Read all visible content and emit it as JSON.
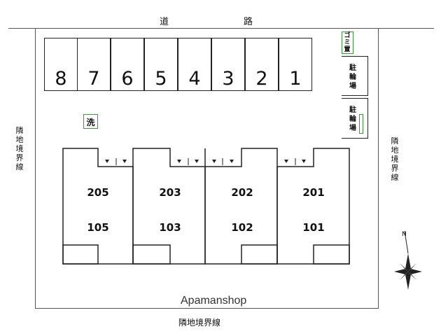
{
  "road_label_1": "道",
  "road_label_2": "路",
  "parking_numbers": [
    "8",
    "7",
    "6",
    "5",
    "4",
    "3",
    "2",
    "1"
  ],
  "trash_label": "ゴミ置",
  "bike_parking_1": "駐輪場",
  "bike_parking_2": "駐輪場",
  "wash_label": "洗",
  "left_border": "隣地境界線",
  "right_border": "隣地境界線",
  "bottom_border": "隣地境界線",
  "units": {
    "u205": "205",
    "u105": "105",
    "u203": "203",
    "u103": "103",
    "u202": "202",
    "u102": "102",
    "u201": "201",
    "u101": "101"
  },
  "watermark": "Apamanshop",
  "compass_north": "N"
}
